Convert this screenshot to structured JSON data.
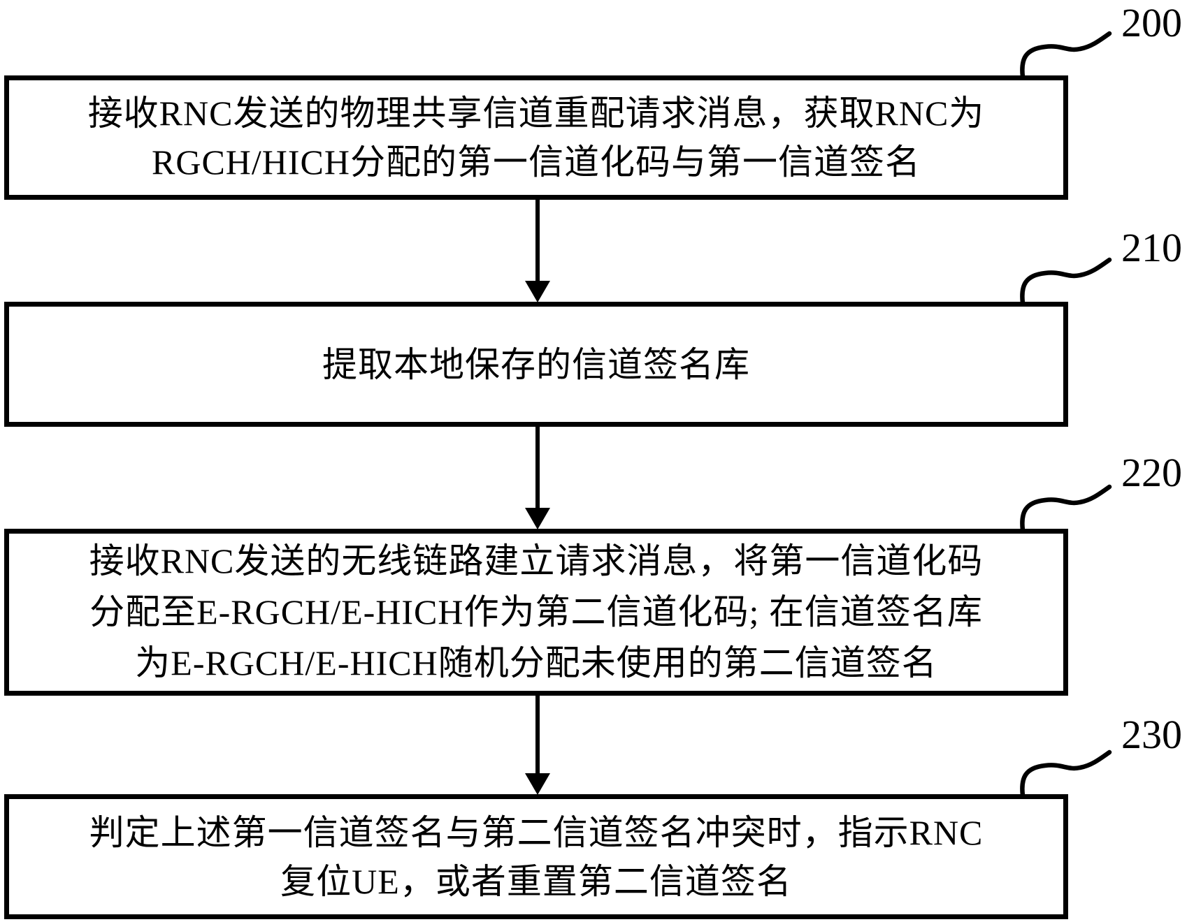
{
  "flowchart": {
    "background_color": "#ffffff",
    "stroke_color": "#000000",
    "steps": [
      {
        "label": "200",
        "lines": [
          "接收RNC发送的物理共享信道重配请求消息，获取RNC为",
          "RGCH/HICH分配的第一信道化码与第一信道签名"
        ]
      },
      {
        "label": "210",
        "lines": [
          "提取本地保存的信道签名库"
        ]
      },
      {
        "label": "220",
        "lines": [
          "接收RNC发送的无线链路建立请求消息，将第一信道化码",
          "分配至E-RGCH/E-HICH作为第二信道化码; 在信道签名库",
          "为E-RGCH/E-HICH随机分配未使用的第二信道签名"
        ]
      },
      {
        "label": "230",
        "lines": [
          "判定上述第一信道签名与第二信道签名冲突时，指示RNC",
          "复位UE，或者重置第二信道签名"
        ]
      }
    ]
  }
}
